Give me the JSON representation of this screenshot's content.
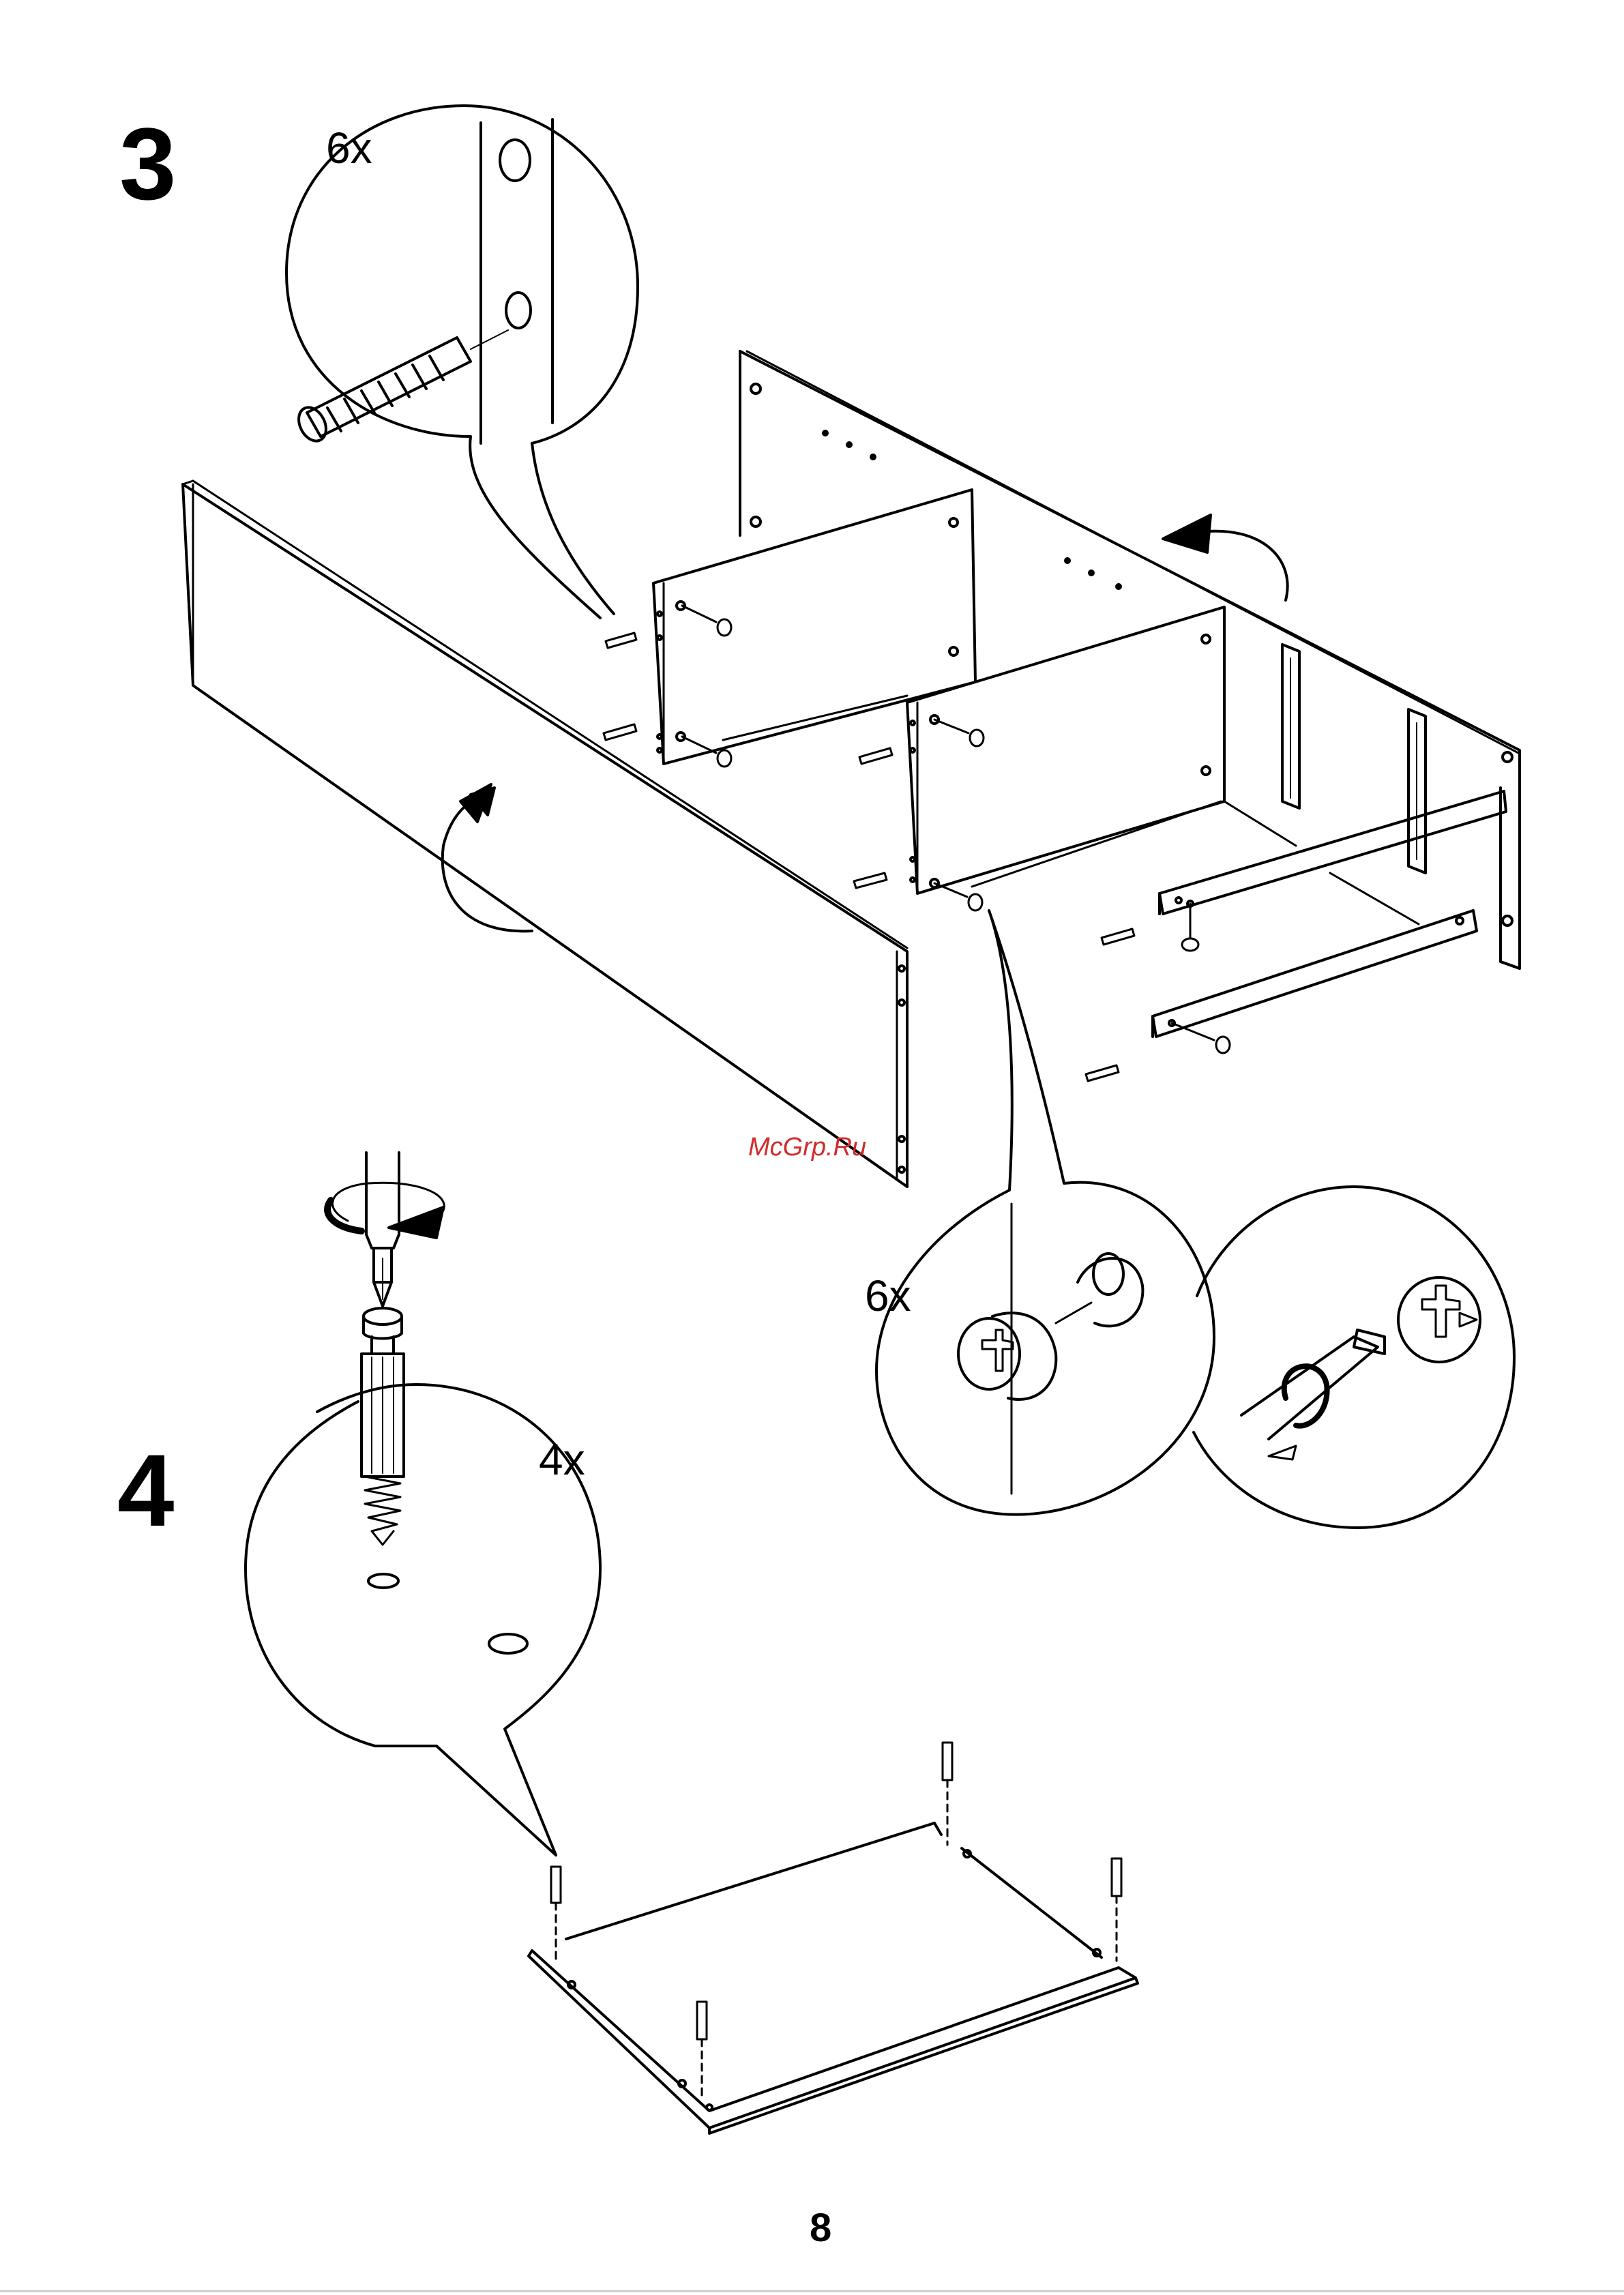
{
  "steps": [
    {
      "number": "3",
      "quantity_labels": [
        "6x",
        "6x"
      ]
    },
    {
      "number": "4",
      "quantity_labels": [
        "4x"
      ]
    }
  ],
  "watermark": "McGrp.Ru",
  "page_number": "8",
  "colors": {
    "ink": "#000000",
    "paper": "#ffffff",
    "watermark": "#d22b2b"
  }
}
